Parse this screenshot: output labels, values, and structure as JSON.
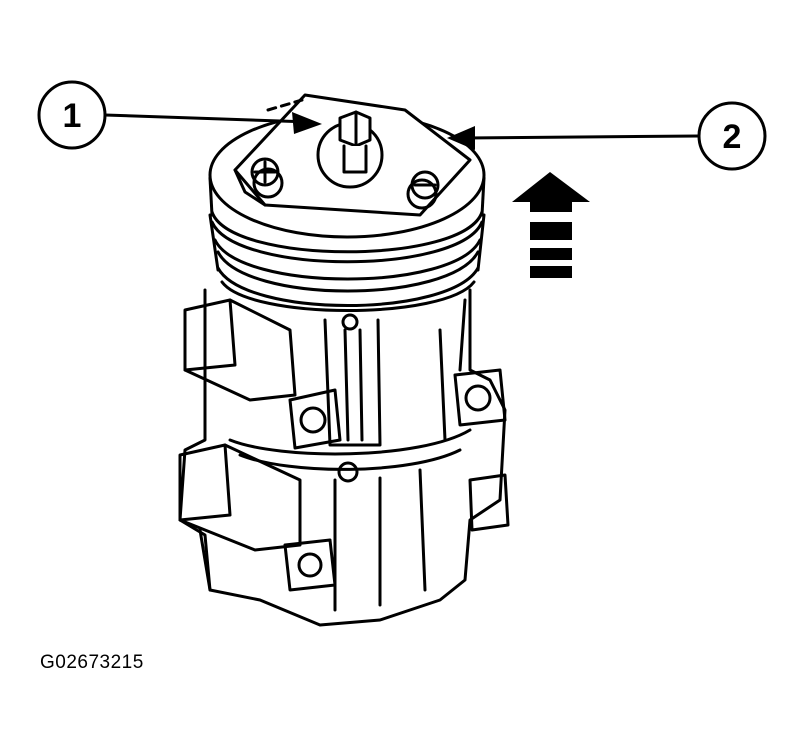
{
  "callouts": [
    {
      "number": "1"
    },
    {
      "number": "2"
    }
  ],
  "figure_code": "G02673215",
  "colors": {
    "ink": "#000000",
    "paper": "#ffffff"
  }
}
